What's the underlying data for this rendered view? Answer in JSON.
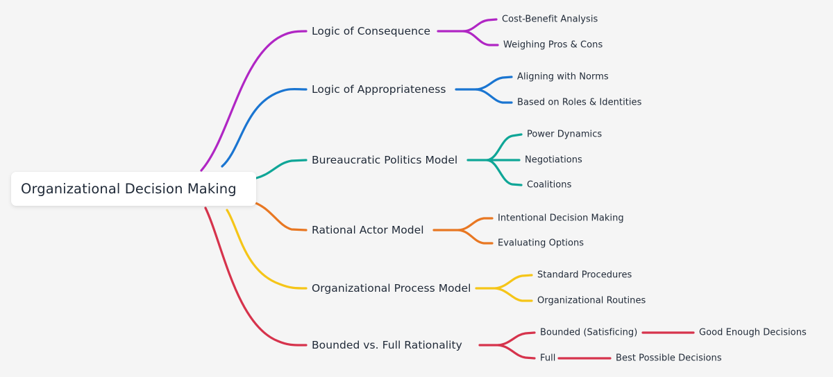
{
  "diagram": {
    "type": "mindmap",
    "background_color": "#f5f5f5",
    "root": {
      "label": "Organizational Decision Making",
      "text_color": "#1f2937",
      "box_color": "#ffffff"
    },
    "branches": [
      {
        "label": "Logic of Consequence",
        "color": "#b026c4",
        "children": [
          {
            "label": "Cost-Benefit Analysis",
            "children": []
          },
          {
            "label": "Weighing Pros & Cons",
            "children": []
          }
        ]
      },
      {
        "label": "Logic of Appropriateness",
        "color": "#1a75d1",
        "children": [
          {
            "label": "Aligning with Norms",
            "children": []
          },
          {
            "label": "Based on Roles & Identities",
            "children": []
          }
        ]
      },
      {
        "label": "Bureaucratic Politics Model",
        "color": "#0fa697",
        "children": [
          {
            "label": "Power Dynamics",
            "children": []
          },
          {
            "label": "Negotiations",
            "children": []
          },
          {
            "label": "Coalitions",
            "children": []
          }
        ]
      },
      {
        "label": "Rational Actor Model",
        "color": "#e87722",
        "children": [
          {
            "label": "Intentional Decision Making",
            "children": []
          },
          {
            "label": "Evaluating Options",
            "children": []
          }
        ]
      },
      {
        "label": "Organizational Process Model",
        "color": "#f5c518",
        "children": [
          {
            "label": "Standard Procedures",
            "children": []
          },
          {
            "label": "Organizational Routines",
            "children": []
          }
        ]
      },
      {
        "label": "Bounded vs. Full Rationality",
        "color": "#d6334c",
        "children": [
          {
            "label": "Bounded (Satisficing)",
            "children": [
              {
                "label": "Good Enough Decisions"
              }
            ]
          },
          {
            "label": "Full",
            "children": [
              {
                "label": "Best Possible Decisions"
              }
            ]
          }
        ]
      }
    ]
  },
  "labels": {
    "root": "Organizational Decision Making",
    "t0": "Logic of Consequence",
    "t0c0": "Cost-Benefit Analysis",
    "t0c1": "Weighing Pros & Cons",
    "t1": "Logic of Appropriateness",
    "t1c0": "Aligning with Norms",
    "t1c1": "Based on Roles & Identities",
    "t2": "Bureaucratic Politics Model",
    "t2c0": "Power Dynamics",
    "t2c1": "Negotiations",
    "t2c2": "Coalitions",
    "t3": "Rational Actor Model",
    "t3c0": "Intentional Decision Making",
    "t3c1": "Evaluating Options",
    "t4": "Organizational Process Model",
    "t4c0": "Standard Procedures",
    "t4c1": "Organizational Routines",
    "t5": "Bounded vs. Full Rationality",
    "t5c0": "Bounded (Satisficing)",
    "t5c0g0": "Good Enough Decisions",
    "t5c1": "Full",
    "t5c1g0": "Best Possible Decisions"
  }
}
